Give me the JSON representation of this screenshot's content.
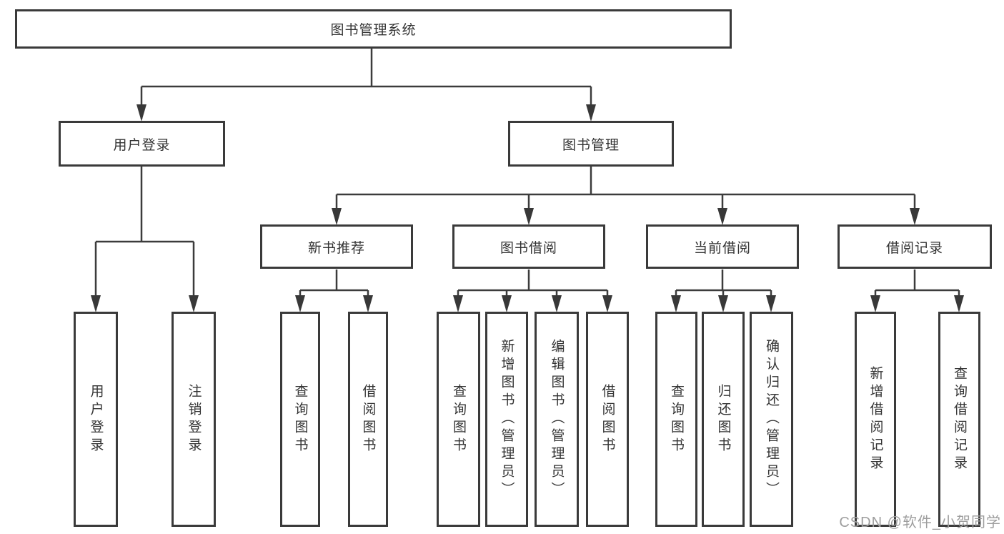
{
  "tree": {
    "root": {
      "label": "图书管理系统"
    },
    "level2": [
      {
        "label": "用户登录"
      },
      {
        "label": "图书管理"
      }
    ],
    "level3": [
      {
        "label": "新书推荐"
      },
      {
        "label": "图书借阅"
      },
      {
        "label": "当前借阅"
      },
      {
        "label": "借阅记录"
      }
    ],
    "leaves": {
      "user_login": [
        "用户登录",
        "注销登录"
      ],
      "new_books": [
        "查询图书",
        "借阅图书"
      ],
      "book_borrow": [
        "查询图书",
        "新增图书（管理员）",
        "编辑图书（管理员）",
        "借阅图书"
      ],
      "current_borrow": [
        "查询图书",
        "归还图书",
        "确认归还（管理员）"
      ],
      "borrow_records": [
        "新增借阅记录",
        "查询借阅记录"
      ]
    }
  },
  "watermark": "CSDN @软件_小贺同学",
  "colors": {
    "line": "#3c3c3c",
    "border": "#3a3a3a",
    "text": "#333333",
    "watermark": "#9e9e9e",
    "background": "#ffffff"
  }
}
